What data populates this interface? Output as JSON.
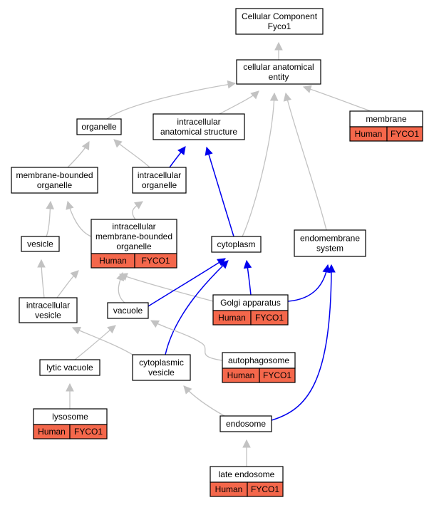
{
  "colors": {
    "annotated_badge": "#f4674b",
    "is_a_edge": "#c2c2c2",
    "part_of_edge": "#0000ee",
    "node_border": "#000000"
  },
  "nodes": {
    "root": {
      "lines": [
        "Cellular Component",
        "Fyco1"
      ]
    },
    "cae": {
      "lines": [
        "cellular anatomical",
        "entity"
      ]
    },
    "org": {
      "lines": [
        "organelle"
      ]
    },
    "ias": {
      "lines": [
        "intracellular",
        "anatomical structure"
      ]
    },
    "mem": {
      "lines": [
        "membrane"
      ],
      "species": "Human",
      "gene": "FYCO1"
    },
    "mbo": {
      "lines": [
        "membrane-bounded",
        "organelle"
      ]
    },
    "io": {
      "lines": [
        "intracellular",
        "organelle"
      ]
    },
    "ves": {
      "lines": [
        "vesicle"
      ]
    },
    "imbo": {
      "lines": [
        "intracellular",
        "membrane-bounded",
        "organelle"
      ],
      "species": "Human",
      "gene": "FYCO1"
    },
    "cyto": {
      "lines": [
        "cytoplasm"
      ]
    },
    "ems": {
      "lines": [
        "endomembrane",
        "system"
      ]
    },
    "iv": {
      "lines": [
        "intracellular",
        "vesicle"
      ]
    },
    "vac": {
      "lines": [
        "vacuole"
      ]
    },
    "golgi": {
      "lines": [
        "Golgi apparatus"
      ],
      "species": "Human",
      "gene": "FYCO1"
    },
    "lv": {
      "lines": [
        "lytic vacuole"
      ]
    },
    "cv": {
      "lines": [
        "cytoplasmic",
        "vesicle"
      ]
    },
    "auto": {
      "lines": [
        "autophagosome"
      ],
      "species": "Human",
      "gene": "FYCO1"
    },
    "lys": {
      "lines": [
        "lysosome"
      ],
      "species": "Human",
      "gene": "FYCO1"
    },
    "endo": {
      "lines": [
        "endosome"
      ]
    },
    "lendo": {
      "lines": [
        "late endosome"
      ],
      "species": "Human",
      "gene": "FYCO1"
    }
  },
  "edges": [
    {
      "from": "cae",
      "to": "root",
      "kind": "is_a"
    },
    {
      "from": "org",
      "to": "cae",
      "kind": "is_a"
    },
    {
      "from": "ias",
      "to": "cae",
      "kind": "is_a"
    },
    {
      "from": "mem",
      "to": "cae",
      "kind": "is_a"
    },
    {
      "from": "cyto",
      "to": "cae",
      "kind": "is_a"
    },
    {
      "from": "ems",
      "to": "cae",
      "kind": "is_a"
    },
    {
      "from": "mbo",
      "to": "org",
      "kind": "is_a"
    },
    {
      "from": "io",
      "to": "org",
      "kind": "is_a"
    },
    {
      "from": "io",
      "to": "ias",
      "kind": "part_of"
    },
    {
      "from": "cyto",
      "to": "ias",
      "kind": "part_of"
    },
    {
      "from": "imbo",
      "to": "io",
      "kind": "is_a"
    },
    {
      "from": "imbo",
      "to": "mbo",
      "kind": "is_a"
    },
    {
      "from": "ves",
      "to": "mbo",
      "kind": "is_a"
    },
    {
      "from": "iv",
      "to": "ves",
      "kind": "is_a"
    },
    {
      "from": "iv",
      "to": "imbo",
      "kind": "is_a"
    },
    {
      "from": "golgi",
      "to": "imbo",
      "kind": "is_a"
    },
    {
      "from": "vac",
      "to": "imbo",
      "kind": "is_a"
    },
    {
      "from": "vac",
      "to": "cyto",
      "kind": "part_of"
    },
    {
      "from": "golgi",
      "to": "cyto",
      "kind": "part_of"
    },
    {
      "from": "golgi",
      "to": "ems",
      "kind": "part_of"
    },
    {
      "from": "cv",
      "to": "cyto",
      "kind": "part_of"
    },
    {
      "from": "cv",
      "to": "iv",
      "kind": "is_a"
    },
    {
      "from": "lv",
      "to": "vac",
      "kind": "is_a"
    },
    {
      "from": "auto",
      "to": "vac",
      "kind": "is_a"
    },
    {
      "from": "lys",
      "to": "lv",
      "kind": "is_a"
    },
    {
      "from": "endo",
      "to": "cv",
      "kind": "is_a"
    },
    {
      "from": "endo",
      "to": "ems",
      "kind": "part_of"
    },
    {
      "from": "lendo",
      "to": "endo",
      "kind": "is_a"
    }
  ]
}
